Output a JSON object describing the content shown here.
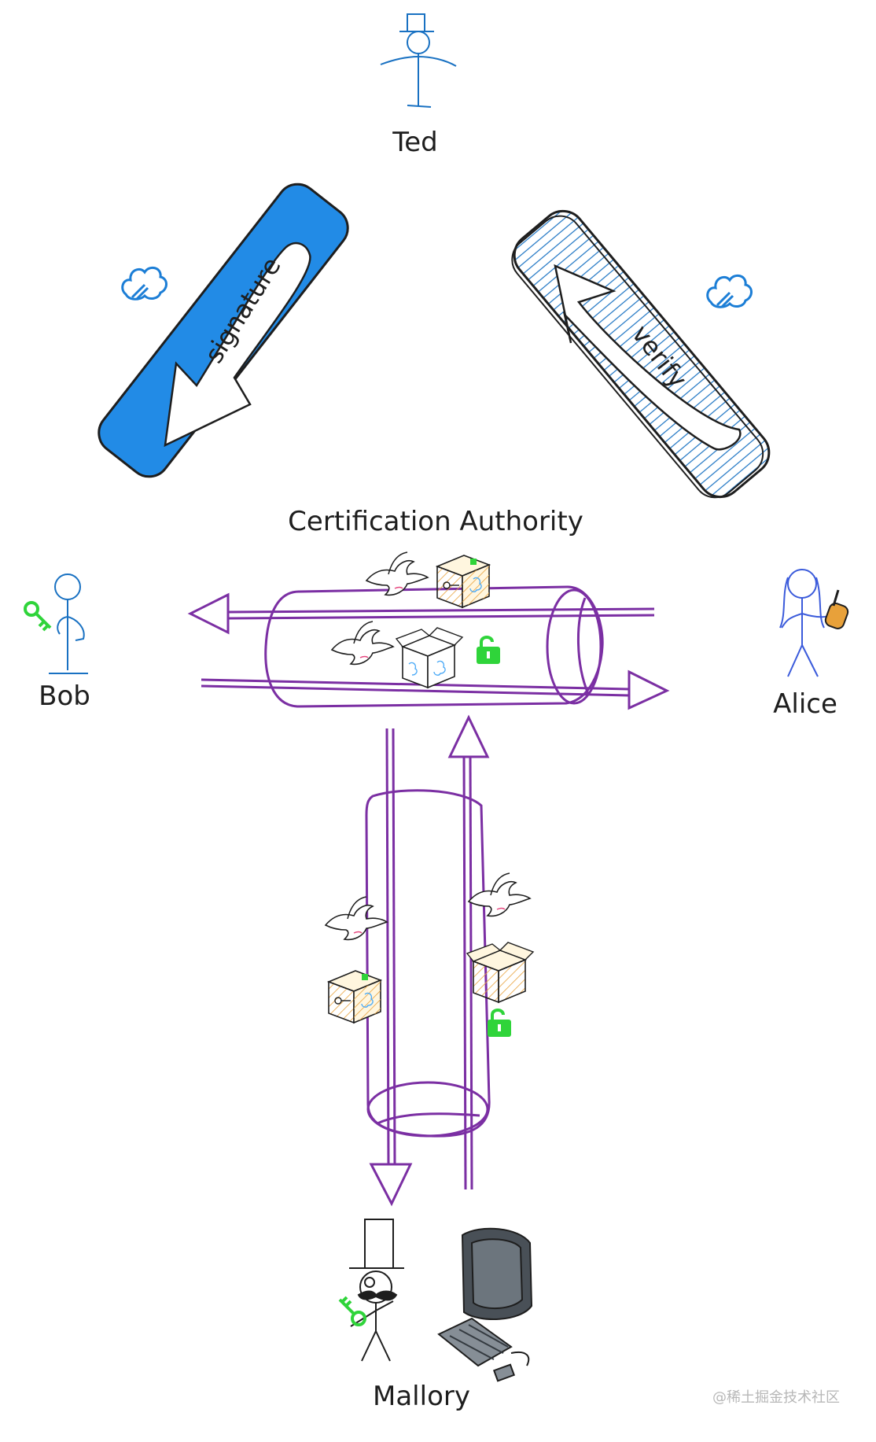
{
  "labels": {
    "ted": "Ted",
    "signature": "signature",
    "verify": "verify",
    "ca": "Certification Authority",
    "bob": "Bob",
    "alice": "Alice",
    "mallory": "Mallory",
    "watermark": "@稀土掘金技术社区"
  },
  "colors": {
    "ink": "#1e1e1e",
    "blue_ink": "#1971c2",
    "purple": "#7b2fa3",
    "green": "#2fd43a",
    "orange": "#e8a13a",
    "box_fill": "#f6e7c4",
    "signature_fill": "#228be6",
    "watermark": "#b7b7b7"
  },
  "icons": [
    "person-ted-icon",
    "person-bob-icon",
    "person-alice-icon",
    "person-mallory-icon",
    "computer-icon",
    "key-icon",
    "dove-icon",
    "box-icon",
    "unlock-icon",
    "cloud-icon"
  ]
}
